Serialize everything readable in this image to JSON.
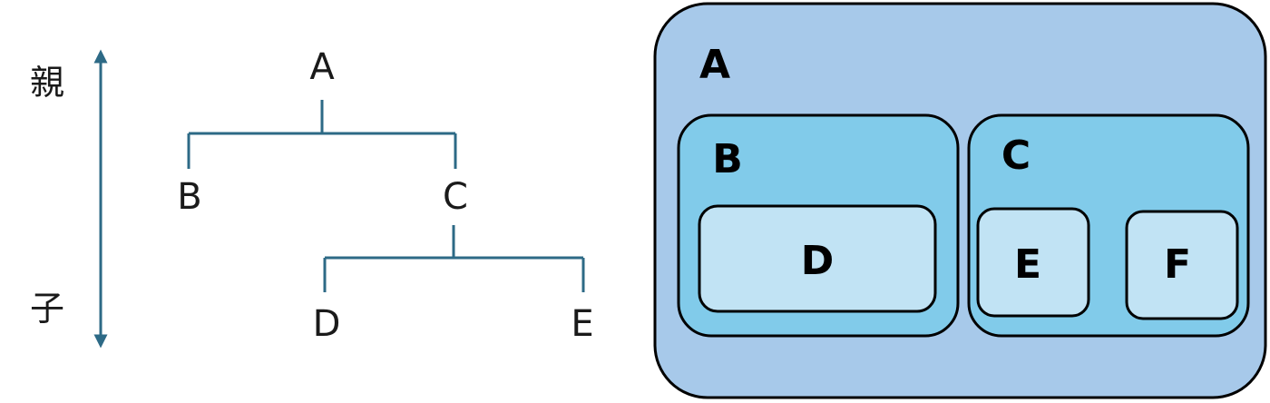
{
  "axis": {
    "top_label": "親",
    "bottom_label": "子"
  },
  "tree": {
    "nodes": {
      "a": "A",
      "b": "B",
      "c": "C",
      "d": "D",
      "e": "E"
    }
  },
  "nested_boxes": {
    "a": "A",
    "b": "B",
    "c": "C",
    "d": "D",
    "e": "E",
    "f": "F"
  },
  "colors": {
    "edge": "#2d6a86",
    "outer_box": "#a7c9ea",
    "middle_box": "#81cbea",
    "inner_box": "#c1e3f4",
    "border": "#000000"
  }
}
